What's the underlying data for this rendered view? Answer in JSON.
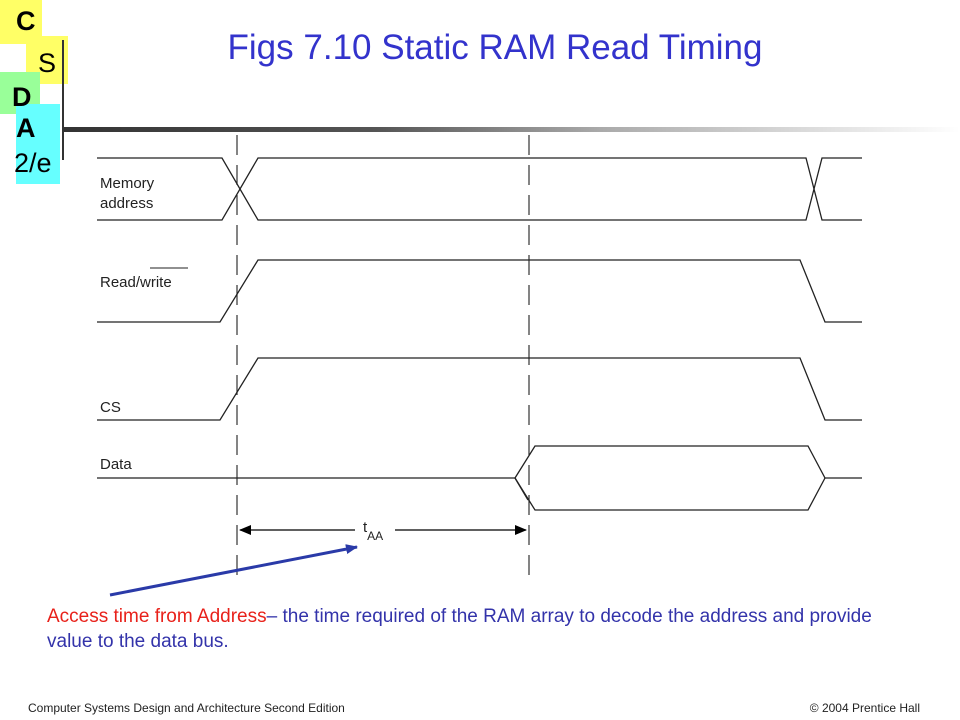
{
  "logo": {
    "c": "C",
    "s": "S",
    "d": "D",
    "a": "A",
    "edition": "2/e"
  },
  "title": "Figs 7.10  Static RAM Read Timing",
  "signals": {
    "memory_address_line1": "Memory",
    "memory_address_line2": "address",
    "read_write": "Read/write",
    "cs": "CS",
    "data": "Data"
  },
  "timing_label": {
    "t": "t",
    "sub": "AA"
  },
  "caption": {
    "highlight": "Access time from Address",
    "rest": "– the time required of the RAM array to decode the address and provide value to the data bus."
  },
  "footer": {
    "left": "Computer Systems Design and Architecture Second Edition",
    "right": "© 2004 Prentice Hall"
  },
  "colors": {
    "title": "#3333cc",
    "caption": "#3333aa",
    "caption_highlight": "#e8211a",
    "arrow": "#2a3aa8",
    "logo_yellow": "#ffff66",
    "logo_green": "#99ff99",
    "logo_cyan": "#66ffff"
  }
}
